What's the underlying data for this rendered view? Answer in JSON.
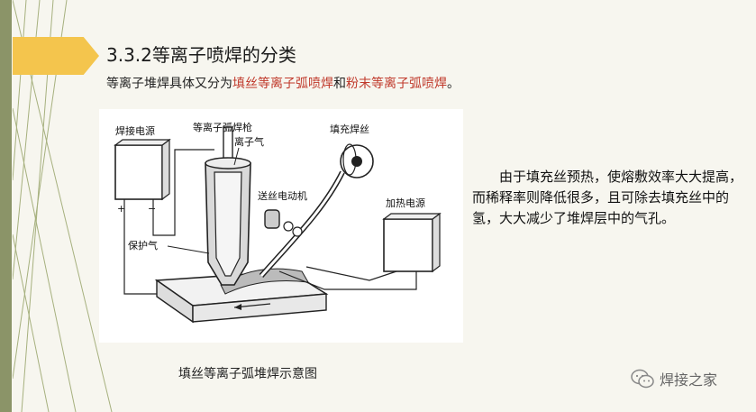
{
  "slide": {
    "title": "3.3.2等离子喷焊的分类",
    "subtitle_prefix": "等离子堆焊具体又分为",
    "subtitle_red1": "填丝等离子弧喷焊",
    "subtitle_mid": "和",
    "subtitle_red2": "粉末等离子弧喷焊",
    "subtitle_suffix": "。",
    "description": "由于填充丝预热，使熔敷效率大大提高，而稀释率则降低很多，且可除去填充丝中的氢，大大减少了堆焊层中的气孔。",
    "caption": "填丝等离子弧堆焊示意图",
    "accent_color": "#f4c54d",
    "highlight_color": "#c0392b"
  },
  "diagram": {
    "labels": {
      "welding_power": "焊接电源",
      "plasma_torch": "等离子弧焊枪",
      "plasma_gas": "离子气",
      "filler_wire": "填充焊丝",
      "wire_motor": "送丝电动机",
      "shield_gas": "保护气",
      "heating_power": "加热电源",
      "plus": "+",
      "minus": "−"
    }
  },
  "watermark": {
    "text": "焊接之家",
    "icon": "wechat-icon"
  }
}
